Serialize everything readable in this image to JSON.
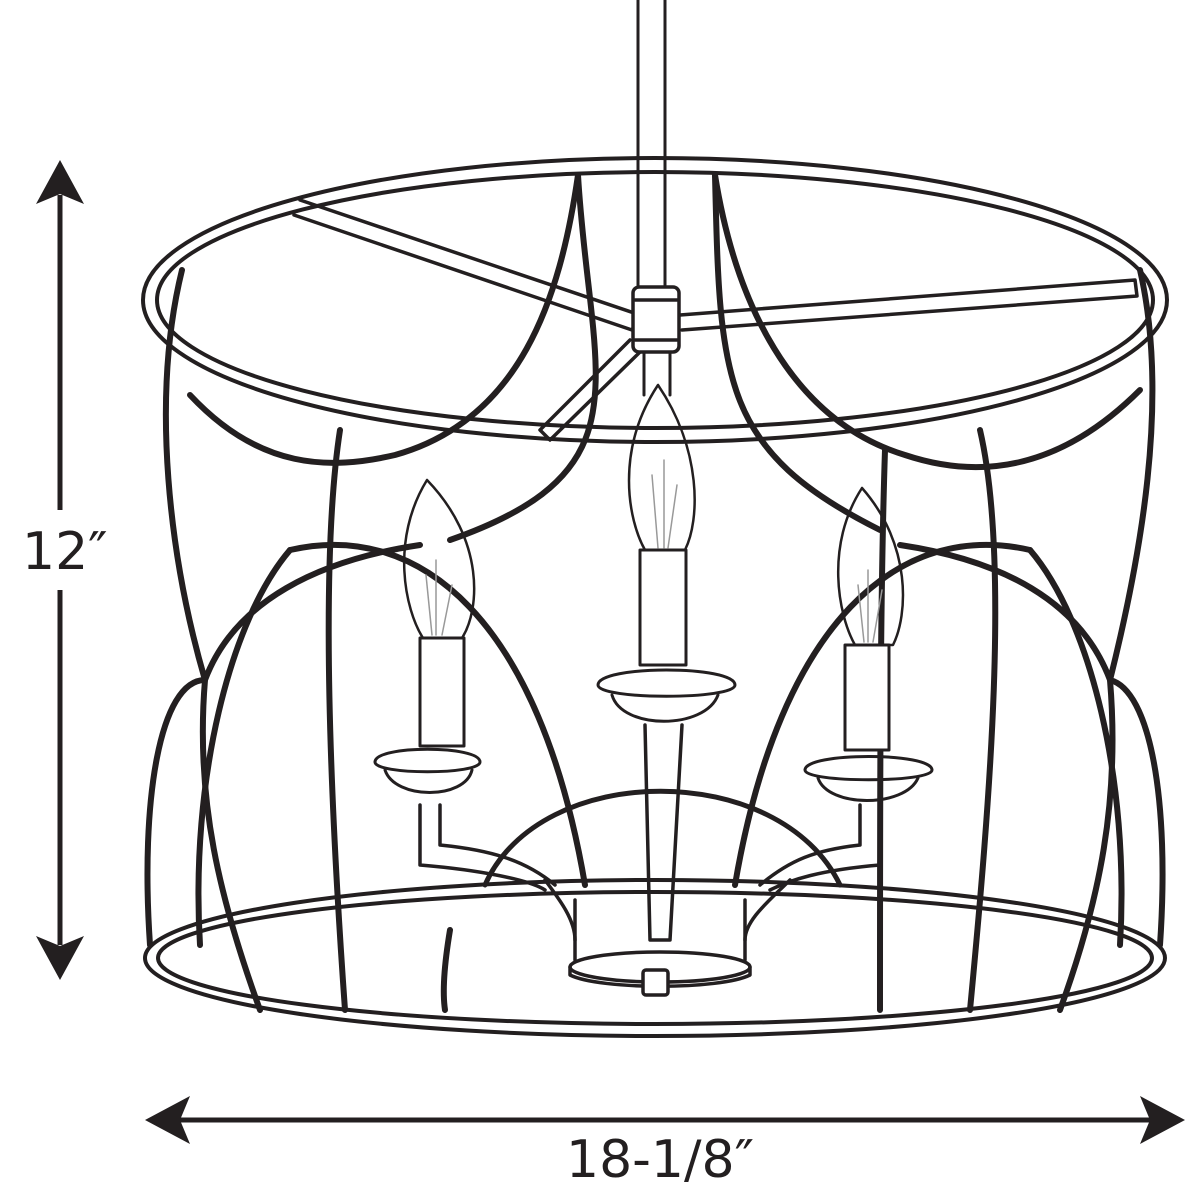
{
  "figure": {
    "type": "product dimension line drawing",
    "subject": "3-light drum chandelier with open curved-strap cage and candelabra bulbs",
    "stroke_color": "#231f20",
    "background": "#ffffff",
    "bulb_count": 3
  },
  "dimensions": {
    "height": {
      "label": "12″",
      "orientation": "vertical"
    },
    "width": {
      "label": "18-1/8″",
      "orientation": "horizontal"
    }
  }
}
